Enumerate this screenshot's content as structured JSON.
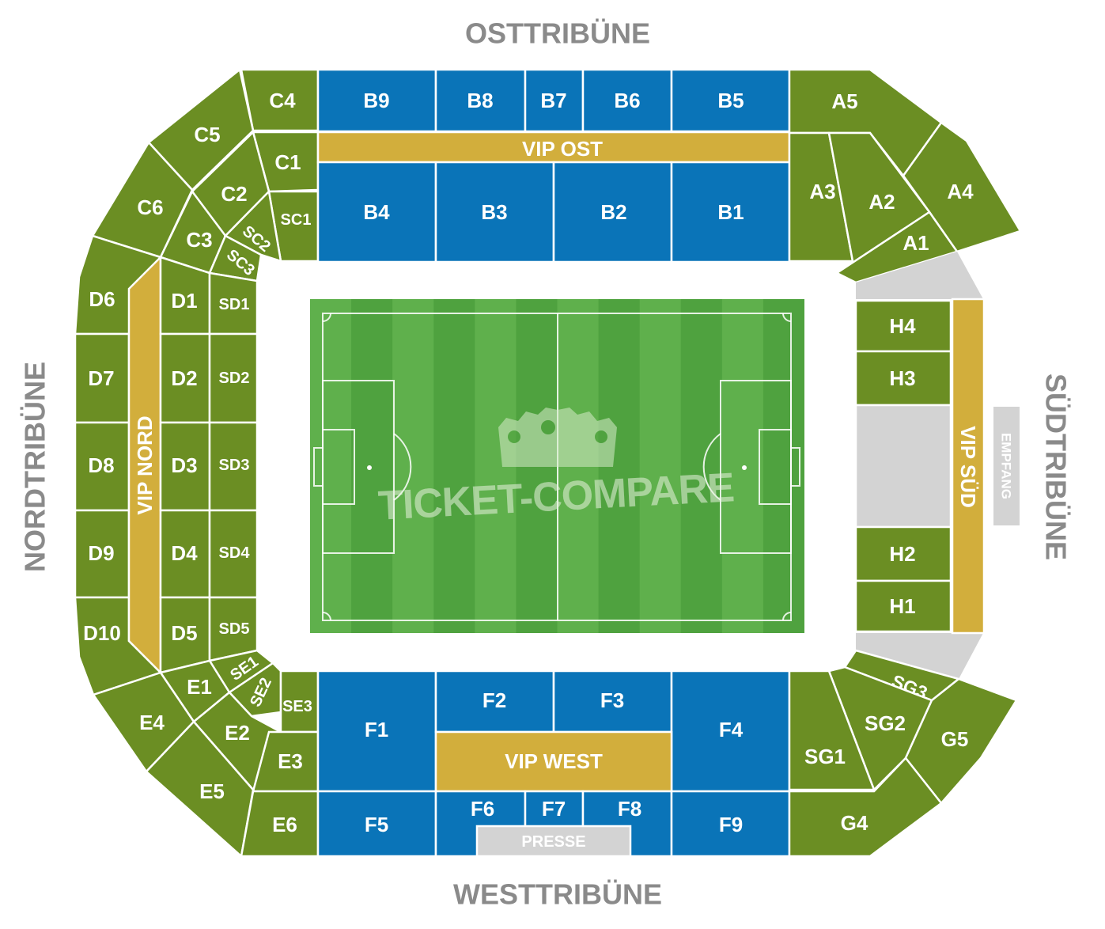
{
  "stands": {
    "east": "OSTTRIBÜNE",
    "west": "WESTTRIBÜNE",
    "north": "NORDTRIBÜNE",
    "south": "SÜDTRIBÜNE"
  },
  "logo_text": "TICKET-COMPARE",
  "colors": {
    "green_block": "#6b8e23",
    "blue_block": "#0a74b8",
    "vip_gold": "#d2ae3c",
    "grey_area": "#d3d3d3",
    "stand_label": "#8a8a8a",
    "pitch": "#4fa23f"
  },
  "sections": {
    "C4": "C4",
    "C5": "C5",
    "C6": "C6",
    "C1": "C1",
    "C2": "C2",
    "C3": "C3",
    "SC1": "SC1",
    "SC2": "SC2",
    "SC3": "SC3",
    "B9": "B9",
    "B8": "B8",
    "B7": "B7",
    "B6": "B6",
    "B5": "B5",
    "B4": "B4",
    "B3": "B3",
    "B2": "B2",
    "B1": "B1",
    "VIP_OST": "VIP OST",
    "A5": "A5",
    "A4": "A4",
    "A3": "A3",
    "A2": "A2",
    "A1": "A1",
    "D6": "D6",
    "D7": "D7",
    "D8": "D8",
    "D9": "D9",
    "D10": "D10",
    "VIP_NORD": "VIP NORD",
    "D1": "D1",
    "D2": "D2",
    "D3": "D3",
    "D4": "D4",
    "D5": "D5",
    "SD1": "SD1",
    "SD2": "SD2",
    "SD3": "SD3",
    "SD4": "SD4",
    "SD5": "SD5",
    "SE1": "SE1",
    "SE2": "SE2",
    "SE3": "SE3",
    "E1": "E1",
    "E2": "E2",
    "E3": "E3",
    "E4": "E4",
    "E5": "E5",
    "E6": "E6",
    "F1": "F1",
    "F2": "F2",
    "F3": "F3",
    "F4": "F4",
    "F5": "F5",
    "F6": "F6",
    "F7": "F7",
    "F8": "F8",
    "F9": "F9",
    "VIP_WEST": "VIP WEST",
    "PRESSE": "PRESSE",
    "H4": "H4",
    "H3": "H3",
    "H2": "H2",
    "H1": "H1",
    "VIP_SUED": "VIP SÜD",
    "EMPFANG": "EMPFANG",
    "SG1": "SG1",
    "SG2": "SG2",
    "SG3": "SG3",
    "G4": "G4",
    "G5": "G5"
  }
}
